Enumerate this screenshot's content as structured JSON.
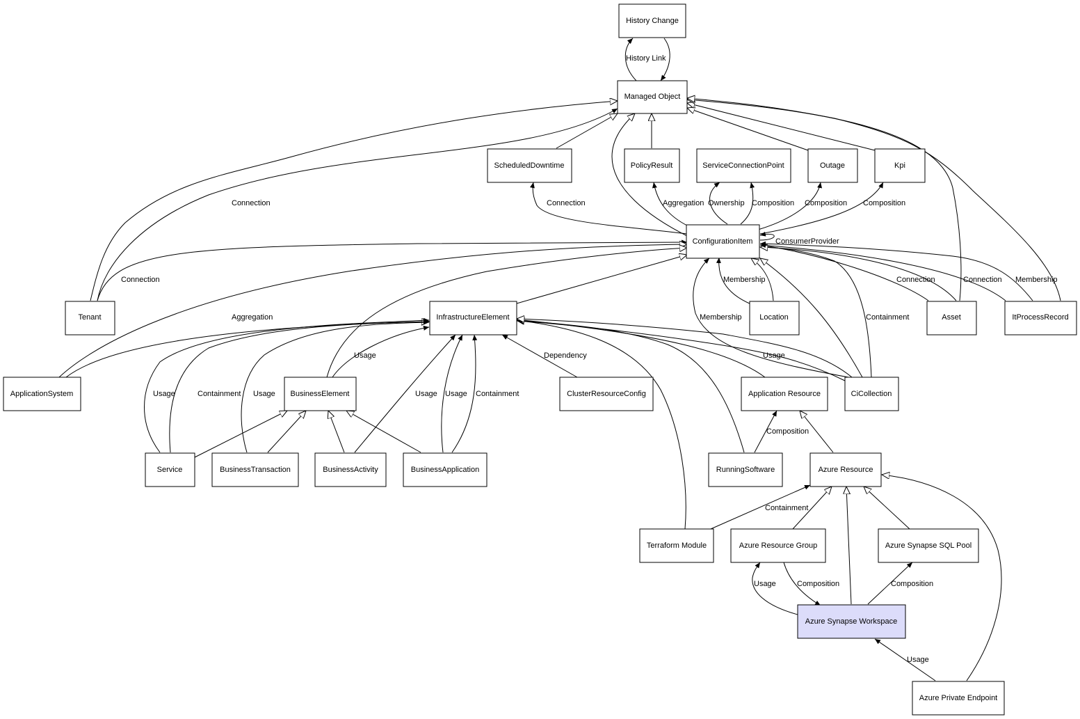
{
  "colors": {
    "node_fill": "#ffffff",
    "highlight_fill": "#dcdcfa",
    "line": "#000000"
  },
  "nodes": {
    "history_change": {
      "label": "History Change"
    },
    "managed_object": {
      "label": "Managed Object"
    },
    "scheduled_downtime": {
      "label": "ScheduledDowntime"
    },
    "policy_result": {
      "label": "PolicyResult"
    },
    "service_connection_point": {
      "label": "ServiceConnectionPoint"
    },
    "outage": {
      "label": "Outage"
    },
    "kpi": {
      "label": "Kpi"
    },
    "configuration_item": {
      "label": "ConfigurationItem"
    },
    "tenant": {
      "label": "Tenant"
    },
    "infrastructure_element": {
      "label": "InfrastructureElement"
    },
    "location": {
      "label": "Location"
    },
    "asset": {
      "label": "Asset"
    },
    "it_process_record": {
      "label": "ItProcessRecord"
    },
    "application_system": {
      "label": "ApplicationSystem"
    },
    "business_element": {
      "label": "BusinessElement"
    },
    "cluster_resource_config": {
      "label": "ClusterResourceConfig"
    },
    "application_resource": {
      "label": "Application Resource"
    },
    "ci_collection": {
      "label": "CiCollection"
    },
    "service": {
      "label": "Service"
    },
    "business_transaction": {
      "label": "BusinessTransaction"
    },
    "business_activity": {
      "label": "BusinessActivity"
    },
    "business_application": {
      "label": "BusinessApplication"
    },
    "running_software": {
      "label": "RunningSoftware"
    },
    "azure_resource": {
      "label": "Azure Resource"
    },
    "terraform_module": {
      "label": "Terraform Module"
    },
    "azure_resource_group": {
      "label": "Azure Resource Group"
    },
    "azure_synapse_sql_pool": {
      "label": "Azure Synapse SQL Pool"
    },
    "azure_synapse_workspace": {
      "label": "Azure Synapse Workspace"
    },
    "azure_private_endpoint": {
      "label": "Azure Private Endpoint"
    }
  },
  "edge_labels": {
    "history_link": "History Link",
    "tenant_mo_connection": "Connection",
    "ci_sd_connection": "Connection",
    "ci_pr_aggregation": "Aggregation",
    "ci_scp_ownership": "Ownership",
    "ci_scp_composition": "Composition",
    "ci_outage_composition": "Composition",
    "ci_kpi_composition": "Composition",
    "consumer_provider": "ConsumerProvider",
    "tenant_ci_connection": "Connection",
    "appsys_ci_aggregation": "Aggregation",
    "location_membership": "Membership",
    "cicollection_membership": "Membership",
    "cicollection_containment": "Containment",
    "asset_connection": "Connection",
    "itpr_connection": "Connection",
    "itpr_membership": "Membership",
    "be_ie_usage": "Usage",
    "crc_ie_dependency": "Dependency",
    "cicollection_ie_usage": "Usage",
    "service_usage": "Usage",
    "service_containment": "Containment",
    "bt_usage": "Usage",
    "ba_usage": "Usage",
    "bapp_usage": "Usage",
    "bapp_containment": "Containment",
    "rs_ar_composition": "Composition",
    "tm_containment": "Containment",
    "asw_arg_usage": "Usage",
    "arg_asw_composition": "Composition",
    "asw_sql_composition": "Composition",
    "ape_asw_usage": "Usage"
  }
}
